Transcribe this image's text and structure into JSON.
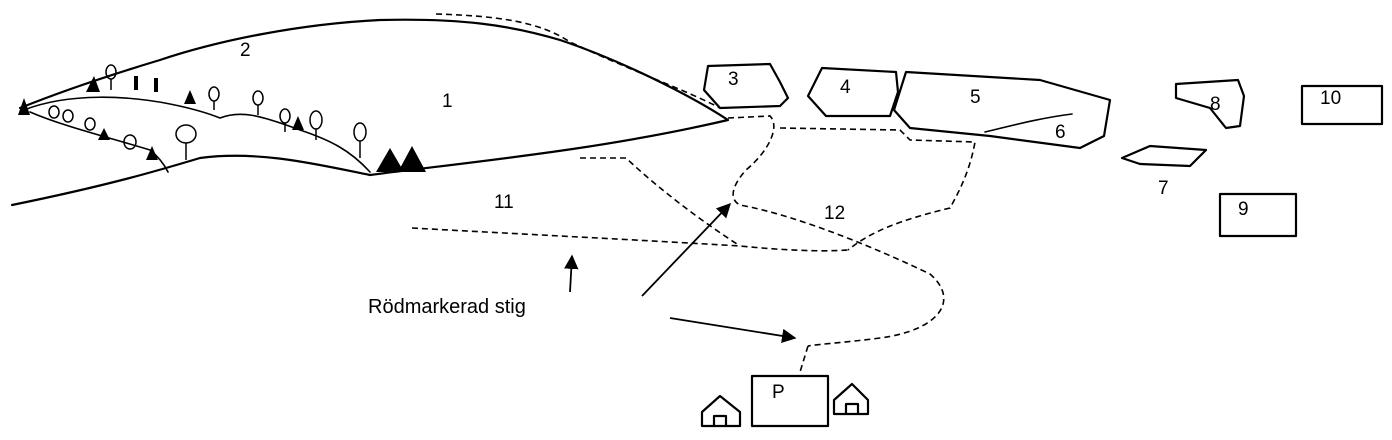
{
  "areas": {
    "a1": "1",
    "a2": "2",
    "a3": "3",
    "a4": "4",
    "a5": "5",
    "a6": "6",
    "a7": "7",
    "a8": "8",
    "a9": "9",
    "a10": "10",
    "a11": "11",
    "a12": "12"
  },
  "parking": "P",
  "trail_label": "Rödmarkerad stig"
}
